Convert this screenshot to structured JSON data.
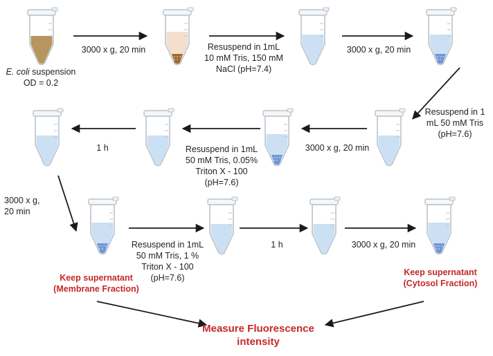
{
  "colors": {
    "arrow": "#1a1a1a",
    "accent_red": "#c62828",
    "liquid_clear": "#c6ddf2",
    "liquid_pellet": "#6e97d4",
    "ecoli_suspension": "#b08a4c",
    "ecoli_pellet": "#9c6a30"
  },
  "step1": {
    "label_prefix": "E. coli",
    "label_suffix": " suspension",
    "od": "OD = 0.2",
    "centrifuge_a": "3000 x g, 20 min"
  },
  "resuspend_a": [
    "Resuspend in 1mL",
    "10 mM Tris, 150 mM",
    "NaCl (pH=7.4)"
  ],
  "centrifuge_b": "3000 x g, 20 min",
  "resuspend_b": [
    "Resuspend in 1",
    "mL 50 mM Tris",
    "(pH=7.6)"
  ],
  "centrifuge_c": "3000 x g, 20 min",
  "resuspend_c": [
    "Resuspend in 1mL",
    "50 mM Tris, 0.05%",
    "Triton X - 100",
    "(pH=7.6)"
  ],
  "incubate_a": "1 h",
  "centrifuge_d": [
    "3000 x g,",
    "20 min"
  ],
  "resuspend_d": [
    "Resuspend in 1mL",
    "50 mM Tris, 1 %",
    "Triton X - 100",
    "(pH=7.6)"
  ],
  "incubate_b": "1 h",
  "centrifuge_e": "3000 x g, 20 min",
  "keep_membrane": [
    "Keep supernatant",
    "(Membrane Fraction)"
  ],
  "keep_cytosol": [
    "Keep supernatant",
    "(Cytosol Fraction)"
  ],
  "measure": [
    "Measure Fluorescence",
    "intensity"
  ]
}
